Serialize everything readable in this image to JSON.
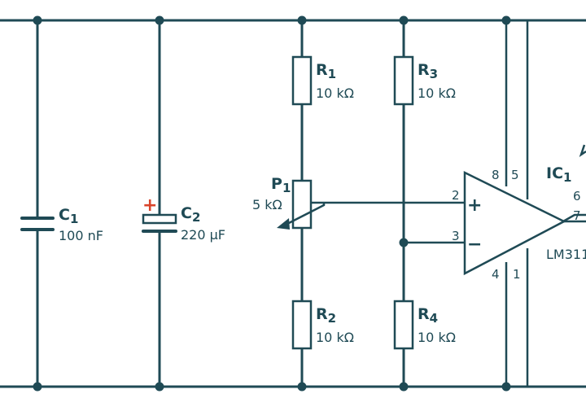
{
  "components": {
    "c1": {
      "ref": "C",
      "sub": "1",
      "value": "100 nF"
    },
    "c2": {
      "ref": "C",
      "sub": "2",
      "value": "220 µF",
      "polarity": "+"
    },
    "r1": {
      "ref": "R",
      "sub": "1",
      "value": "10 kΩ"
    },
    "r2": {
      "ref": "R",
      "sub": "2",
      "value": "10 kΩ"
    },
    "r3": {
      "ref": "R",
      "sub": "3",
      "value": "10 kΩ"
    },
    "r4": {
      "ref": "R",
      "sub": "4",
      "value": "10 kΩ"
    },
    "p1": {
      "ref": "P",
      "sub": "1",
      "value": "5 kΩ"
    },
    "ic1": {
      "ref": "IC",
      "sub": "1",
      "part": "LM311",
      "pins": {
        "p2": "2",
        "p3": "3",
        "p8": "8",
        "p5": "5",
        "p4": "4",
        "p1": "1",
        "p6": "6",
        "p7": "7"
      },
      "plus_sign": "+",
      "minus_sign": "−"
    }
  },
  "colors": {
    "wire": "#1f4a55",
    "polarity": "#d9442b",
    "background": "#ffffff"
  }
}
